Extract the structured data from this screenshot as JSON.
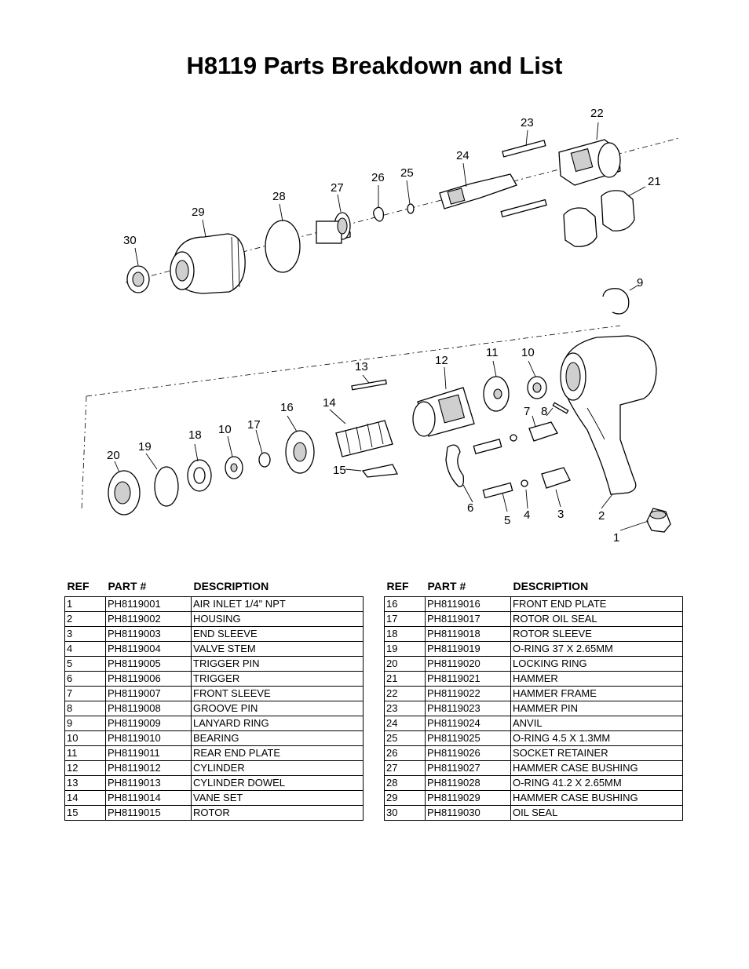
{
  "title": "H8119 Parts Breakdown and List",
  "diagram": {
    "callouts": [
      "1",
      "2",
      "3",
      "4",
      "5",
      "6",
      "7",
      "8",
      "9",
      "10",
      "10",
      "11",
      "12",
      "13",
      "14",
      "15",
      "16",
      "17",
      "18",
      "19",
      "20",
      "21",
      "22",
      "23",
      "24",
      "25",
      "26",
      "27",
      "28",
      "29",
      "30"
    ]
  },
  "table": {
    "headers": {
      "ref": "REF",
      "part": "PART #",
      "desc": "DESCRIPTION"
    },
    "left": [
      {
        "ref": "1",
        "part": "PH8119001",
        "desc": "AIR INLET 1/4\" NPT"
      },
      {
        "ref": "2",
        "part": "PH8119002",
        "desc": "HOUSING"
      },
      {
        "ref": "3",
        "part": "PH8119003",
        "desc": "END SLEEVE"
      },
      {
        "ref": "4",
        "part": "PH8119004",
        "desc": "VALVE STEM"
      },
      {
        "ref": "5",
        "part": "PH8119005",
        "desc": "TRIGGER PIN"
      },
      {
        "ref": "6",
        "part": "PH8119006",
        "desc": "TRIGGER"
      },
      {
        "ref": "7",
        "part": "PH8119007",
        "desc": "FRONT SLEEVE"
      },
      {
        "ref": "8",
        "part": "PH8119008",
        "desc": "GROOVE PIN"
      },
      {
        "ref": "9",
        "part": "PH8119009",
        "desc": "LANYARD RING"
      },
      {
        "ref": "10",
        "part": "PH8119010",
        "desc": "BEARING"
      },
      {
        "ref": "11",
        "part": "PH8119011",
        "desc": "REAR END PLATE"
      },
      {
        "ref": "12",
        "part": "PH8119012",
        "desc": "CYLINDER"
      },
      {
        "ref": "13",
        "part": "PH8119013",
        "desc": "CYLINDER DOWEL"
      },
      {
        "ref": "14",
        "part": "PH8119014",
        "desc": "VANE SET"
      },
      {
        "ref": "15",
        "part": "PH8119015",
        "desc": "ROTOR"
      }
    ],
    "right": [
      {
        "ref": "16",
        "part": "PH8119016",
        "desc": "FRONT END PLATE"
      },
      {
        "ref": "17",
        "part": "PH8119017",
        "desc": "ROTOR OIL SEAL"
      },
      {
        "ref": "18",
        "part": "PH8119018",
        "desc": "ROTOR SLEEVE"
      },
      {
        "ref": "19",
        "part": "PH8119019",
        "desc": "O-RING 37 X 2.65MM"
      },
      {
        "ref": "20",
        "part": "PH8119020",
        "desc": "LOCKING RING"
      },
      {
        "ref": "21",
        "part": "PH8119021",
        "desc": "HAMMER"
      },
      {
        "ref": "22",
        "part": "PH8119022",
        "desc": "HAMMER FRAME"
      },
      {
        "ref": "23",
        "part": "PH8119023",
        "desc": "HAMMER PIN"
      },
      {
        "ref": "24",
        "part": "PH8119024",
        "desc": "ANVIL"
      },
      {
        "ref": "25",
        "part": "PH8119025",
        "desc": "O-RING 4.5 X 1.3MM"
      },
      {
        "ref": "26",
        "part": "PH8119026",
        "desc": "SOCKET RETAINER"
      },
      {
        "ref": "27",
        "part": "PH8119027",
        "desc": "HAMMER CASE BUSHING"
      },
      {
        "ref": "28",
        "part": "PH8119028",
        "desc": "O-RING 41.2 X 2.65MM"
      },
      {
        "ref": "29",
        "part": "PH8119029",
        "desc": "HAMMER CASE BUSHING"
      },
      {
        "ref": "30",
        "part": "PH8119030",
        "desc": "OIL SEAL"
      }
    ]
  }
}
